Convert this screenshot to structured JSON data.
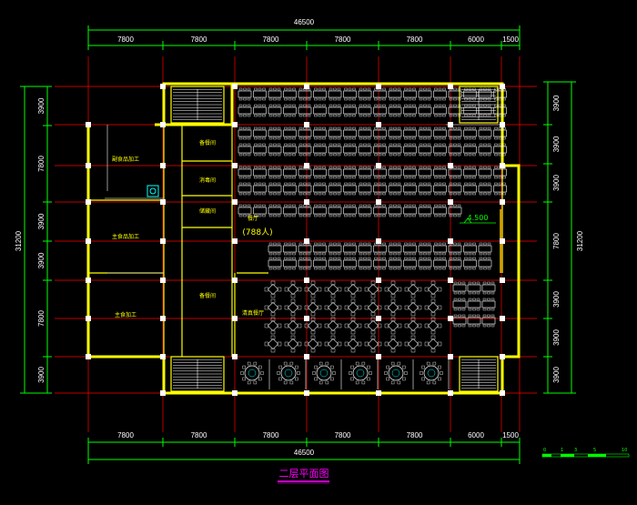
{
  "drawing": {
    "title": "二层平面图",
    "total_width_label": "46500",
    "total_depth_label": "31200",
    "top_spans": [
      "7800",
      "7800",
      "7800",
      "7800",
      "7800",
      "6000",
      "1500"
    ],
    "bottom_spans": [
      "7800",
      "7800",
      "7800",
      "7800",
      "7800",
      "6000",
      "1500"
    ],
    "left_spans": [
      "3900",
      "7800",
      "3900",
      "3900",
      "7800",
      "3900"
    ],
    "right_spans": [
      "3900",
      "3900",
      "3900",
      "7800",
      "3900",
      "3900",
      "3900"
    ],
    "elevation_mark": "4.500",
    "hall_name": "餐厅",
    "hall_capacity": "(788人)",
    "rooms": {
      "r1": "副食品加工",
      "r2": "主食品加工",
      "r3": "主食加工",
      "r4": "备餐间",
      "r5": "消毒间",
      "r6": "储藏间",
      "r7": "备餐间",
      "r8": "清真餐厅"
    },
    "scale_bar": [
      "0",
      "1",
      "3",
      "5",
      "10"
    ]
  }
}
